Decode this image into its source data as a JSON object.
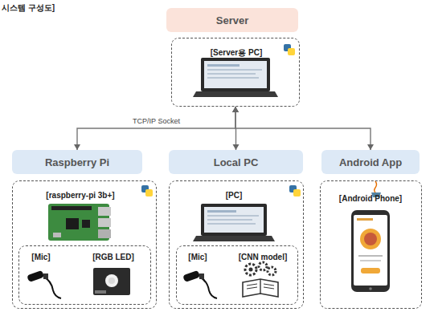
{
  "diagram": {
    "nodes": [
      {
        "text": [
          "Server"
        ]
      },
      {
        "text": [
          "[Server용 PC]"
        ]
      },
      {
        "text": [
          "Raspberry Pi"
        ]
      },
      {
        "text": [
          "[raspberry-pi 3b+]"
        ]
      },
      {
        "text": [
          "[Mic]",
          "[RGB LED]"
        ],
        "in": 3
      },
      {
        "text": [
          "Local PC"
        ]
      },
      {
        "text": [
          "[PC]"
        ]
      },
      {
        "text": [
          "[Mic]",
          "[CNN model]"
        ],
        "in": 6
      },
      {
        "text": [
          "Android App"
        ]
      },
      {
        "text": [
          "[Android Phone]"
        ]
      }
    ],
    "edges": [
      {
        "from": 1,
        "to": 2,
        "arrow": "both",
        "label": "TCP/IP Socket"
      },
      {
        "from": 1,
        "to": 5,
        "arrow": "both"
      },
      {
        "from": 1,
        "to": 8,
        "arrow": "both"
      }
    ],
    "labels": [
      "시스템 구성도]"
    ]
  }
}
